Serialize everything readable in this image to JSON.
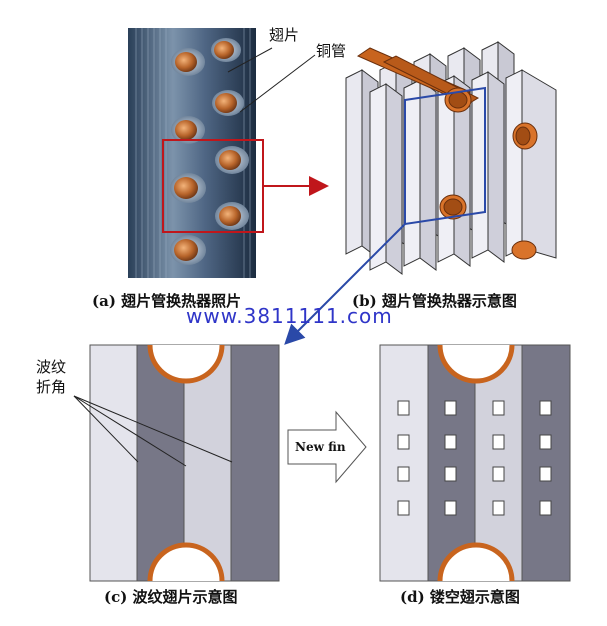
{
  "photo_panel": {
    "caption": "(a) 翅片管换热器照片",
    "labels": {
      "fin": "翅片",
      "copper_tube": "铜管"
    }
  },
  "schematic_panel": {
    "caption": "(b) 翅片管换热器示意图"
  },
  "corrugated_panel": {
    "caption": "(c) 波纹翅片示意图",
    "labels": {
      "corrugation_line1": "波纹",
      "corrugation_line2": "折角"
    }
  },
  "hollow_panel": {
    "caption": "(d) 镂空翅示意图"
  },
  "transition_arrow": {
    "label": "New fin"
  },
  "watermark": "www.3811111.com",
  "colors": {
    "copper": "#c8641e",
    "fin_light": "#e4e4ec",
    "fin_dark": "#777787",
    "fin_mid": "#d2d2dc",
    "highlight_box_red": "#c0161b",
    "highlight_box_blue": "#2a49a8"
  }
}
